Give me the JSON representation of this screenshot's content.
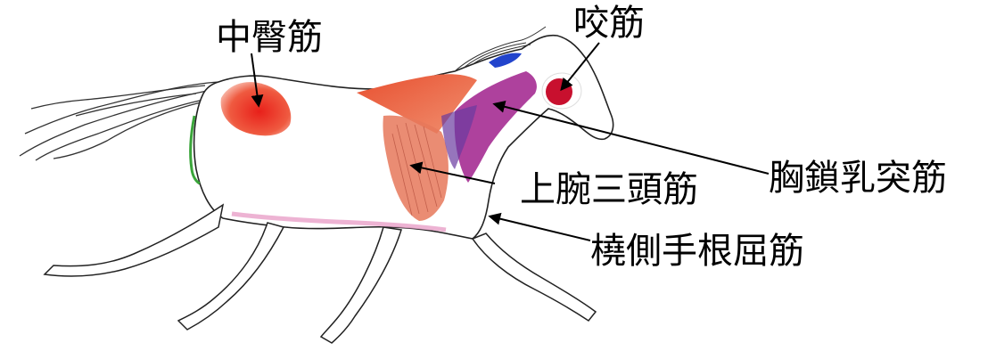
{
  "labels": {
    "gluteus_medius": "中臀筋",
    "masseter": "咬筋",
    "brachiocephalicus": "胸鎖乳突筋",
    "triceps": "上腕三頭筋",
    "flexor_carpi_radialis": "橈側手根屈筋"
  },
  "colors": {
    "gluteus": "#e8392a",
    "masseter_dot": "#c8102e",
    "shoulder": "#e8603a",
    "neck_muscle": "#a0208c",
    "triceps": "#e6785a",
    "belly_line": "#e8a0c8",
    "mane_blue": "#2244cc",
    "green_line": "#3aa53a",
    "arrow": "#000000"
  }
}
